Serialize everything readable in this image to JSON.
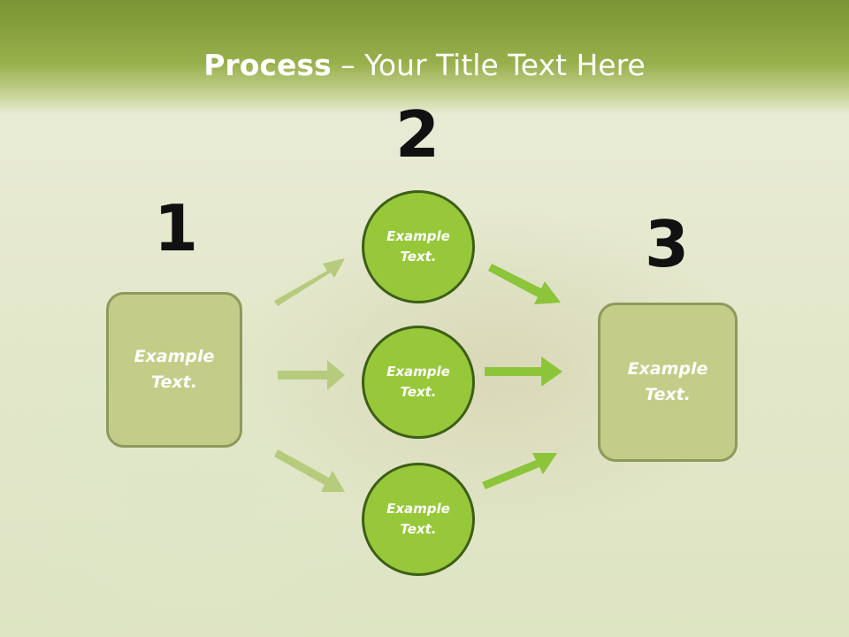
{
  "slide": {
    "title_bold": "Process",
    "title_rest": " – Your Title Text Here"
  },
  "steps": [
    {
      "number": "1"
    },
    {
      "number": "2"
    },
    {
      "number": "3"
    }
  ],
  "left_box": {
    "text": "Example\nText."
  },
  "circles": [
    {
      "text": "Example\nText."
    },
    {
      "text": "Example\nText."
    },
    {
      "text": "Example\nText."
    }
  ],
  "right_box": {
    "text": "Example\nText."
  },
  "colors": {
    "header": "#8aa23e",
    "circle_fill": "#96c83a",
    "circle_border": "#3d5e16",
    "box_fill": "#c3cd87",
    "arrow_light": "#b7cb7c",
    "arrow_dark": "#8cc43a"
  }
}
